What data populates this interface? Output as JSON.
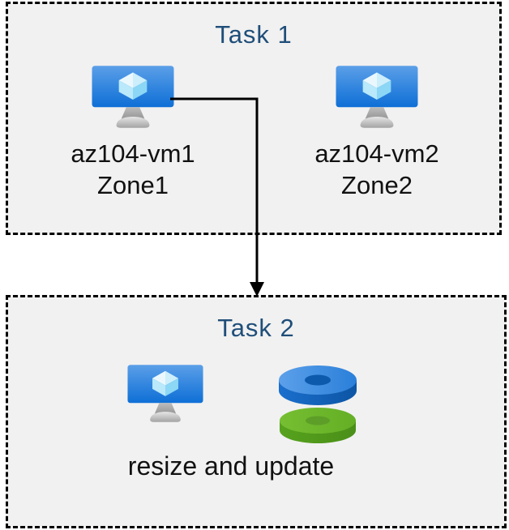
{
  "diagram": {
    "background": "#ffffff",
    "box_background": "#f1f1f1",
    "border_color": "#000000",
    "title_color": "#1f4e79",
    "label_color": "#111111",
    "arrow_color": "#000000",
    "vm_screen_blue_top": "#5b9fe8",
    "vm_screen_blue_bottom": "#0e6fd6",
    "disk_blue": "#2f86de",
    "disk_green": "#6eb92c"
  },
  "task1": {
    "title": "Task 1",
    "vms": [
      {
        "name": "az104-vm1",
        "zone": "Zone1"
      },
      {
        "name": "az104-vm2",
        "zone": "Zone2"
      }
    ]
  },
  "task2": {
    "title": "Task 2",
    "caption": "resize and update"
  },
  "connector": {
    "from": "az104-vm1",
    "to": "Task 2"
  }
}
